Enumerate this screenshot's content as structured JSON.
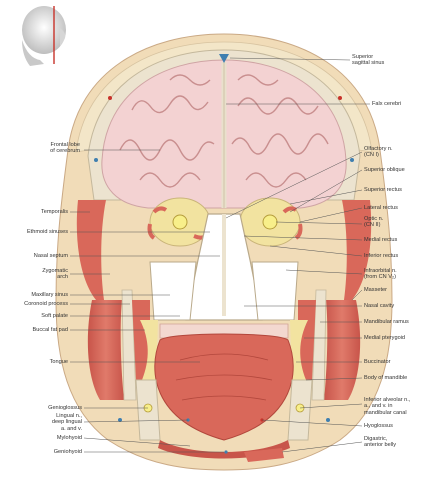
{
  "orientation_icon": "head-profile-icon",
  "labels_left": [
    {
      "id": "frontal-lobe",
      "text": "Frontal lobe\nof cerebrum"
    },
    {
      "id": "temporalis",
      "text": "Temporalis"
    },
    {
      "id": "ethmoid-sinuses",
      "text": "Ethmoid sinuses"
    },
    {
      "id": "nasal-septum",
      "text": "Nasal septum"
    },
    {
      "id": "zygomatic-arch",
      "text": "Zygomatic\narch"
    },
    {
      "id": "maxillary-sinus",
      "text": "Maxillary sinus"
    },
    {
      "id": "coronoid-process",
      "text": "Coronoid process"
    },
    {
      "id": "soft-palate",
      "text": "Soft palate"
    },
    {
      "id": "buccal-fat-pad",
      "text": "Buccal fat pad"
    },
    {
      "id": "tongue",
      "text": "Tongue"
    },
    {
      "id": "genioglossus",
      "text": "Genioglossus"
    },
    {
      "id": "lingual-n",
      "text": "Lingual n.,\ndeep lingual\na. and v."
    },
    {
      "id": "mylohyoid",
      "text": "Mylohyoid"
    },
    {
      "id": "geniohyoid",
      "text": "Geniohyoid"
    }
  ],
  "labels_right": [
    {
      "id": "superior-sagittal-sinus",
      "text": "Superior\nsagittal sinus"
    },
    {
      "id": "falx-cerebri",
      "text": "Falx cerebri"
    },
    {
      "id": "olfactory-n",
      "text": "Olfactory n.\n(CN I)"
    },
    {
      "id": "superior-oblique",
      "text": "Superior oblique"
    },
    {
      "id": "superior-rectus",
      "text": "Superior rectus"
    },
    {
      "id": "lateral-rectus",
      "text": "Lateral rectus"
    },
    {
      "id": "optic-n",
      "text": "Optic n.\n(CN II)"
    },
    {
      "id": "medial-rectus",
      "text": "Medial rectus"
    },
    {
      "id": "inferior-rectus",
      "text": "Inferior rectus"
    },
    {
      "id": "infraorbital-n",
      "text": "Infraorbital n.\n(from CN V₂)"
    },
    {
      "id": "masseter",
      "text": "Masseter"
    },
    {
      "id": "nasal-cavity",
      "text": "Nasal cavity"
    },
    {
      "id": "mandibular-ramus",
      "text": "Mandibular ramus"
    },
    {
      "id": "medial-pterygoid",
      "text": "Medial pterygoid"
    },
    {
      "id": "buccinator",
      "text": "Buccinator"
    },
    {
      "id": "body-of-mandible",
      "text": "Body of mandible"
    },
    {
      "id": "inferior-alveolar",
      "text": "Inferior alveolar n.,\na., and v. in\nmandibular canal"
    },
    {
      "id": "hyoglossus",
      "text": "Hyoglossus"
    },
    {
      "id": "digastric",
      "text": "Digastric,\nanterior belly"
    }
  ],
  "colors": {
    "skin": "#f1dcb8",
    "fat": "#f2e3a0",
    "bone": "#ece3cf",
    "brain": "#f3d2d2",
    "muscle": "#d9685a",
    "vessel_blue": "#3f7fb0",
    "vessel_red": "#c8322a",
    "leader": "#555555"
  }
}
